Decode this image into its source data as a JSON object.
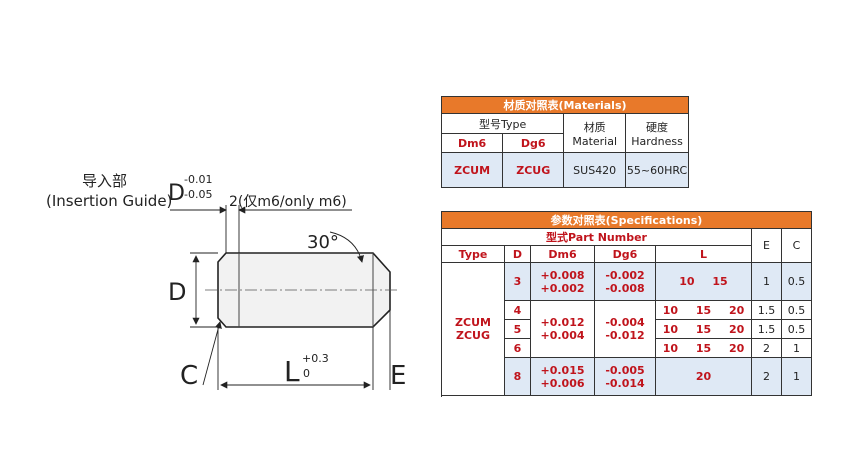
{
  "drawing": {
    "guide_label_cn": "导入部",
    "guide_label_en": "(Insertion Guide)",
    "guide_D": "D",
    "guide_tol_upper": "-0.01",
    "guide_tol_lower": "-0.05",
    "guide_len_note": "2(仅m6/only m6)",
    "angle": "30°",
    "dim_D": "D",
    "dim_C": "C",
    "dim_L": "L",
    "L_tol_upper": "+0.3",
    "L_tol_lower": "0",
    "dim_E": "E"
  },
  "materials": {
    "title": "材质对照表(Materials)",
    "type_header": "型号Type",
    "material_header_cn": "材质",
    "material_header_en": "Material",
    "hardness_header_cn": "硬度",
    "hardness_header_en": "Hardness",
    "dm6": "Dm6",
    "dg6": "Dg6",
    "zcum": "ZCUM",
    "zcug": "ZCUG",
    "material_value": "SUS420",
    "hardness_value": "55~60HRC"
  },
  "specs": {
    "title": "参数对照表(Specifications)",
    "part_number": "型式Part Number",
    "col_E": "E",
    "col_C": "C",
    "col_type": "Type",
    "col_D": "D",
    "col_dm6": "Dm6",
    "col_dg6": "Dg6",
    "col_L": "L",
    "type_1": "ZCUM",
    "type_2": "ZCUG",
    "rows": [
      {
        "D": "3",
        "dm6_u": "+0.008",
        "dm6_l": "+0.002",
        "dg6_u": "-0.002",
        "dg6_l": "-0.008",
        "L": "10 15",
        "E": "1",
        "C": "0.5"
      },
      {
        "D": "4",
        "L": "10 15 20",
        "E": "1.5",
        "C": "0.5"
      },
      {
        "D": "5",
        "dm6_u": "+0.012",
        "dm6_l": "+0.004",
        "dg6_u": "-0.004",
        "dg6_l": "-0.012",
        "L": "10 15 20",
        "E": "1.5",
        "C": "0.5"
      },
      {
        "D": "6",
        "L": "10 15 20",
        "E": "2",
        "C": "1"
      },
      {
        "D": "8",
        "dm6_u": "+0.015",
        "dm6_l": "+0.006",
        "dg6_u": "-0.005",
        "dg6_l": "-0.014",
        "L": "20",
        "E": "2",
        "C": "1"
      }
    ]
  }
}
